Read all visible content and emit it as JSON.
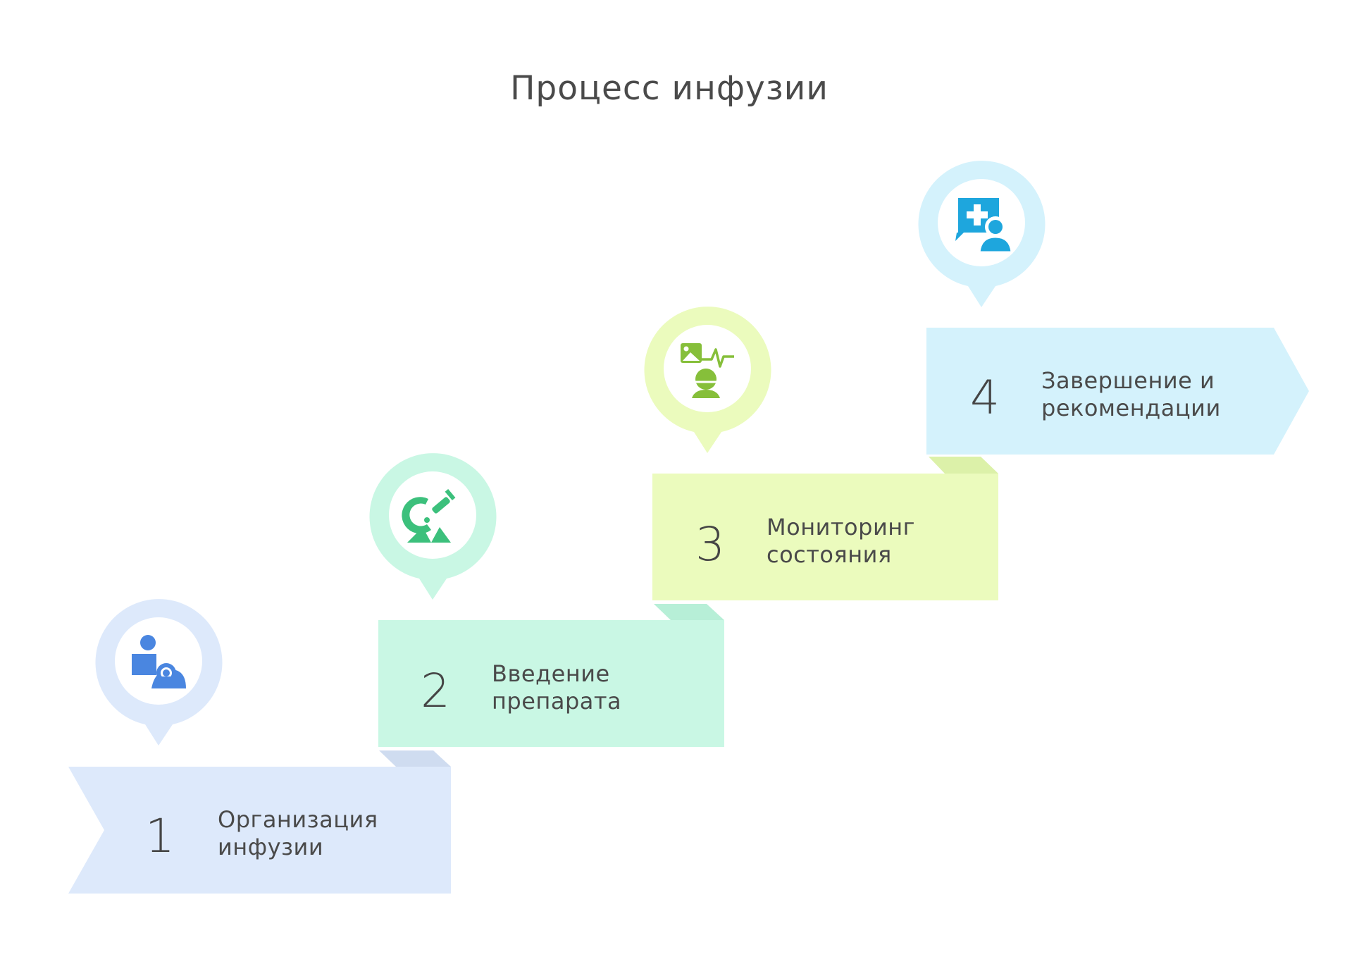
{
  "title": "Процесс инфузии",
  "steps": [
    {
      "number": "1",
      "line1": "Организация",
      "line2": "инфузии",
      "icon": "patient-care-icon",
      "fill": "#dde9fb",
      "ring": "#dde9fb",
      "iconColor": "#4a86e0"
    },
    {
      "number": "2",
      "line1": "Введение",
      "line2": "препарата",
      "icon": "nurse-syringe-icon",
      "fill": "#c9f7e4",
      "ring": "#c9f7e4",
      "iconColor": "#3cc07c"
    },
    {
      "number": "3",
      "line1": "Мониторинг",
      "line2": "состояния",
      "icon": "patient-monitoring-icon",
      "fill": "#ebfbbd",
      "ring": "#ebfbbd",
      "iconColor": "#86bf3a"
    },
    {
      "number": "4",
      "line1": "Завершение и",
      "line2": "рекомендации",
      "icon": "medical-consultation-icon",
      "fill": "#d4f2fc",
      "ring": "#d4f2fc",
      "iconColor": "#1ea6dd"
    }
  ]
}
